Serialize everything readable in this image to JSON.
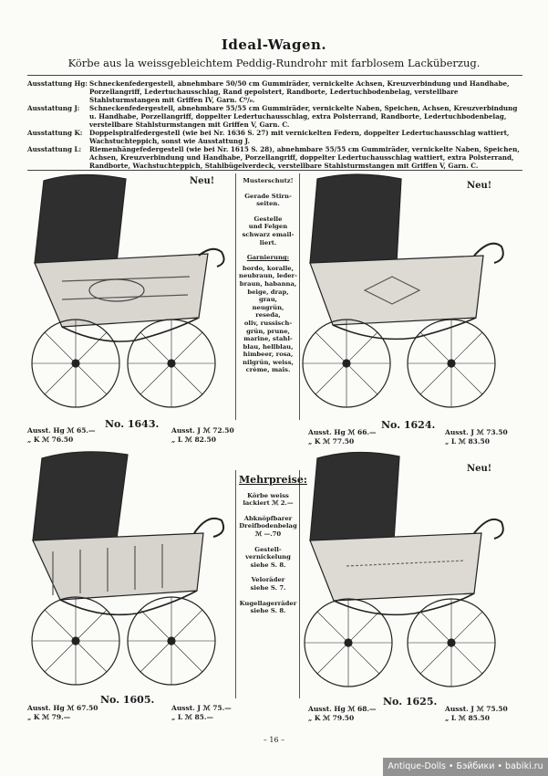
{
  "header": {
    "title": "Ideal-Wagen.",
    "subtitle": "Körbe aus la weissgebleichtem Peddig-Rundrohr mit farblosem Lacküberzug."
  },
  "specs": [
    {
      "label": "Ausstattung Hg:",
      "text": "Schneckenfedergestell, abnehmbare 50/50 cm Gummiräder, vernickelte Achsen, Kreuzverbindung und Handhabe, Porzellangriff, Ledertuchausschlag, Rand gepolstert, Randborte, Ledertuchbodenbelag, verstellbare Stahlsturmstangen mit Griffen IV, Garn. C⁰/₀."
    },
    {
      "label": "Ausstattung J:",
      "text": "Schneckenfedergestell, abnehmbare 55/55 cm Gummiräder, vernickelte Naben, Speichen, Achsen, Kreuzverbindung u. Handhabe, Porzellangriff, doppelter Ledertuchausschlag, extra Polsterrand, Randborte, Ledertuchbodenbelag, verstellbare Stahlsturmstangen mit Griffen V, Garn. C."
    },
    {
      "label": "Ausstattung K:",
      "text": "Doppelspiralfedergestell (wie bei Nr. 1636 S. 27) mit vernickelten Federn, doppelter Ledertuchausschlag wattiert, Wachstuchteppich, sonst wie Ausstattung J."
    },
    {
      "label": "Ausstattung L:",
      "text": "Riemenhängefedergestell (wie bei Nr. 1615 S. 28), abnehmbare 55/55 cm Gummiräder, vernickelte Naben, Speichen, Achsen, Kreuzverbindung und Handhabe, Porzellangriff, doppelter Ledertuchausschlag wattiert, extra Polsterrand, Randborte, Wachstuchteppich, Stahlbügelverdeck, verstellbare Stahlsturmstangen mit Griffen V, Garn. C."
    }
  ],
  "sidebar_top": {
    "musterschutz": "Musterschutz!",
    "gerade": [
      "Gerade Stirn-",
      "seiten."
    ],
    "gestelle": [
      "Gestelle",
      "und Felgen",
      "schwarz email-",
      "liert."
    ],
    "garnierung_head": "Garnierung:",
    "garnierung": [
      "bordo, koralle,",
      "neubraun, leder-",
      "braun, habanna,",
      "beige, drap, grau,",
      "neugrün, reseda,",
      "oliv, russisch-",
      "grün, prune,",
      "marine, stahl-",
      "blau, hellblau,",
      "himbeer, rosa,",
      "nilgrün, weiss,",
      "crème, mais."
    ]
  },
  "sidebar_bottom": {
    "mehrpreise": "Mehrpreise:",
    "items": [
      [
        "Körbe weiss",
        "lackiert ℳ 2.—"
      ],
      [
        "Abknöpfbarer",
        "Dreifbodenbelag",
        "ℳ —.70"
      ],
      [
        "Gestell-",
        "vernickelung",
        "siehe S. 8."
      ],
      [
        "Veloräder",
        "siehe S. 7."
      ],
      [
        "Kugellagerräder",
        "siehe S. 8."
      ]
    ]
  },
  "products": [
    {
      "model": "No. 1643.",
      "neu": "Neu!",
      "p1": "Ausst. Hg ℳ 65.—",
      "p2": "„ K ℳ 76.50",
      "p3": "Ausst. J ℳ 72.50",
      "p4": "„ L ℳ 82.50"
    },
    {
      "model": "No. 1624.",
      "neu": "Neu!",
      "p1": "Ausst. Hg ℳ 66.—",
      "p2": "„ K ℳ 77.50",
      "p3": "Ausst. J ℳ 73.50",
      "p4": "„ L ℳ 83.50"
    },
    {
      "model": "No. 1605.",
      "neu": "",
      "p1": "Ausst. Hg ℳ 67.50",
      "p2": "„ K ℳ 79.—",
      "p3": "Ausst. J ℳ 75.—",
      "p4": "„ L ℳ 85.—"
    },
    {
      "model": "No. 1625.",
      "neu": "Neu!",
      "p1": "Ausst. Hg ℳ 68.—",
      "p2": "„ K ℳ 79.50",
      "p3": "Ausst. J ℳ 75.50",
      "p4": "„ L ℳ 85.50"
    }
  ],
  "footer": {
    "page": "– 16 –",
    "watermark": "Antique-Dolls • Бэйбики • babiki.ru"
  }
}
